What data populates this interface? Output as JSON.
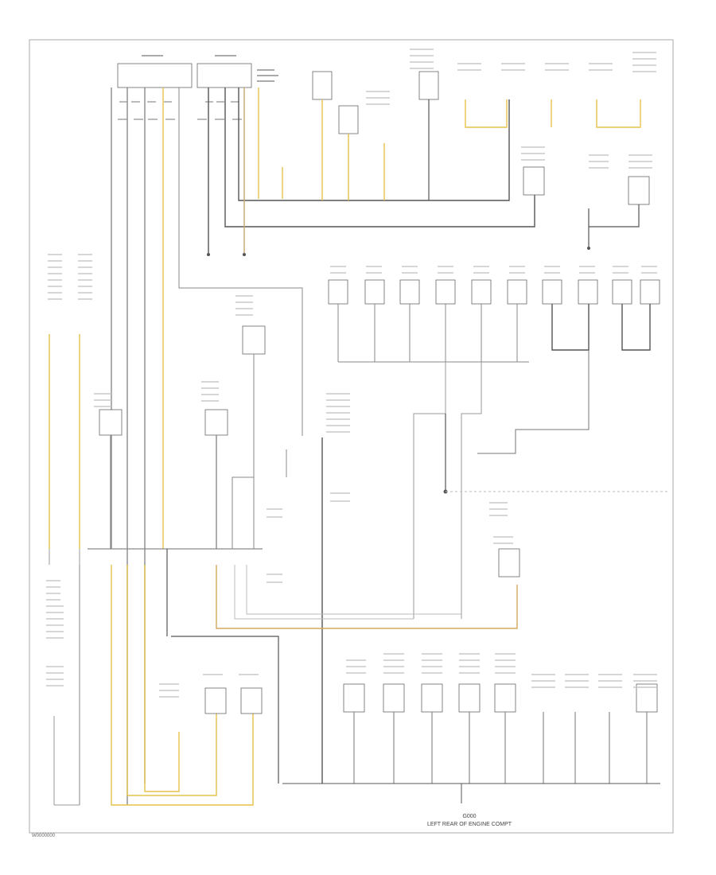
{
  "diagram": {
    "footer_code": "W0000000",
    "ground_location_line1": "G000",
    "ground_location_line2": "LEFT REAR OF ENGINE COMPT",
    "colors": {
      "border": "#999999",
      "wire_gray": "#8a8a8a",
      "wire_dark": "#555555",
      "wire_yellow": "#e8c24a",
      "wire_tan": "#c8a870",
      "box": "#666666"
    }
  }
}
